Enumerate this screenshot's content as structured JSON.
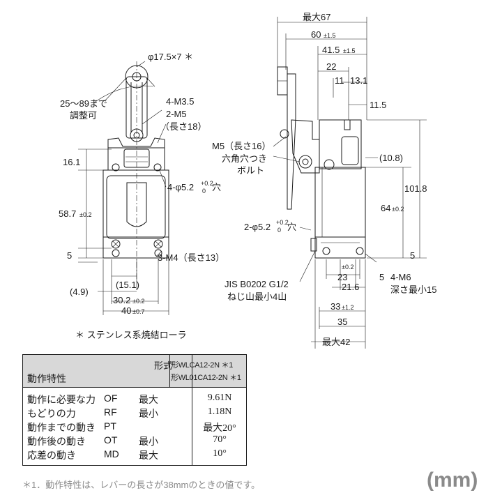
{
  "diagram": {
    "front_labels": {
      "roller": "φ17.5×7 ＊",
      "angle1": "25～89まで",
      "angle2": "調整可",
      "m35": "4-M3.5",
      "m5": "2-M5",
      "m5len": "（長さ18）",
      "d161": "16.1",
      "hole": "4-φ5.2",
      "hole_sup": "+0.2",
      "hole_sub": "0",
      "hole_suffix": "穴",
      "d587": "58.7",
      "d587tol": "±0.2",
      "d5": "5",
      "m4": "3-M4（長さ13）",
      "d49": "(4.9)",
      "d151": "(15.1)",
      "d302": "30.2",
      "d302tol": "±0.2",
      "d40": "40",
      "d40tol": "±0.7"
    },
    "side_labels": {
      "max67": "最大67",
      "d60": "60",
      "d60tol": "±1.5",
      "d415": "41.5",
      "d415tol": "±1.5",
      "d22": "22",
      "d11": "11",
      "d131": "13.1",
      "d115": "11.5",
      "m5a": "M5（長さ16）",
      "m5b": "六角穴つき",
      "m5c": "ボルト",
      "d108": "(10.8)",
      "d1018": "101.8",
      "d64": "64",
      "d64tol": "±0.2",
      "hole2": "2-φ5.2",
      "hole2_sup": "+0.2",
      "hole2_sub": "0",
      "hole2_suffix": "穴",
      "d5a": "5",
      "d02": "±0.2",
      "d23": "23",
      "d5b": "5",
      "m6a": "4-M6",
      "m6b": "深さ最小15",
      "jis1": "JIS B0202 G1/2",
      "jis2": "ねじ山最小4山",
      "d216": "21.6",
      "d33": "33",
      "d33tol": "±1.2",
      "d35": "35",
      "max42": "最大42"
    }
  },
  "note": "＊ ステンレス系焼結ローラ",
  "spec_table": {
    "header_left": "動作特性",
    "header_form": "形式",
    "models": [
      "形WLCA12-2N ＊1",
      "形WL01CA12-2N ＊1"
    ],
    "rows": [
      {
        "name": "動作に必要な力",
        "abbr": "OF",
        "limit": "最大",
        "value": "9.61N"
      },
      {
        "name": "もどりの力",
        "abbr": "RF",
        "limit": "最小",
        "value": "1.18N"
      },
      {
        "name": "動作までの動き",
        "abbr": "PT",
        "limit": "",
        "value": "最大20°"
      },
      {
        "name": "動作後の動き",
        "abbr": "OT",
        "limit": "最小",
        "value": "70°"
      },
      {
        "name": "応差の動き",
        "abbr": "MD",
        "limit": "最大",
        "value": "10°"
      }
    ]
  },
  "footnote": "＊1．動作特性は、レバーの長さが38mmのときの値です。",
  "unit": "(mm)"
}
